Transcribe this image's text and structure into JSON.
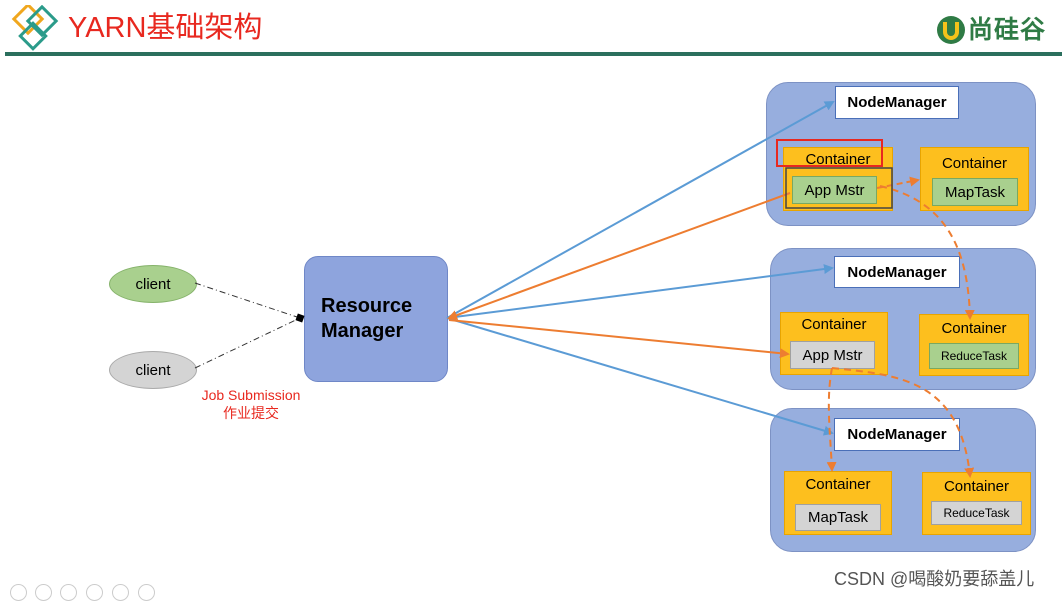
{
  "title": "YARN基础架构",
  "logo": {
    "brand_text": "尚硅谷",
    "color": "#2f7b45"
  },
  "resource_manager": {
    "label_line1": "Resource",
    "label_line2": "Manager"
  },
  "clients": [
    {
      "label": "client",
      "color": "#a9d08e"
    },
    {
      "label": "client",
      "color": "#d4d4d4"
    }
  ],
  "job_submission": {
    "en": "Job Submission",
    "zh": "作业提交"
  },
  "node1": {
    "nm_label": "NodeManager",
    "container_a": {
      "label": "Container",
      "task": "App Mstr"
    },
    "container_b": {
      "label": "Container",
      "task": "MapTask"
    }
  },
  "node2": {
    "nm_label": "NodeManager",
    "container_a": {
      "label": "Container",
      "task": "App Mstr"
    },
    "container_b": {
      "label": "Container",
      "task": "ReduceTask"
    }
  },
  "node3": {
    "nm_label": "NodeManager",
    "container_a": {
      "label": "Container",
      "task": "MapTask"
    },
    "container_b": {
      "label": "Container",
      "task": "ReduceTask"
    }
  },
  "watermark": "CSDN @喝酸奶要舔盖儿",
  "colors": {
    "title_red": "#e8281f",
    "header_line": "#2b6f5d",
    "blue_arrow": "#5b9bd5",
    "orange_arrow": "#ed7d31",
    "node_bg": "#97aede",
    "container": "#fdbf1e"
  }
}
